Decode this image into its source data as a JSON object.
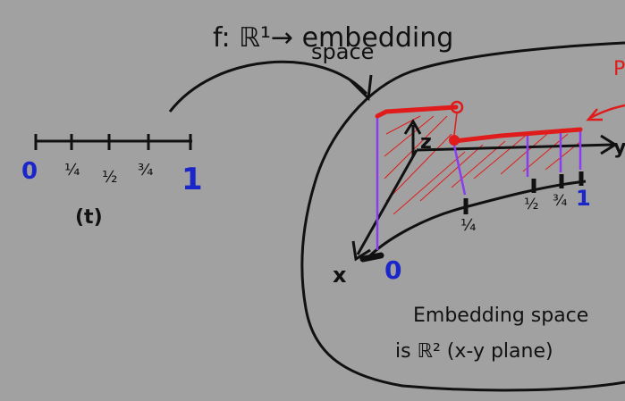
{
  "title_text": "f: ℝ¹→ embedding space",
  "title_line1": "f: ℝ¹→ embedding",
  "title_line2": "space",
  "number_line": {
    "ticks": [
      "0",
      "¼",
      "½",
      "¾",
      "1"
    ],
    "variable_label": "(t)"
  },
  "embedding_plot": {
    "axes": {
      "x": "x",
      "y": "y",
      "z": "z"
    },
    "tick_labels": [
      "0",
      "¼",
      "½",
      "¾",
      "1"
    ],
    "red_label_fragment": "P",
    "caption_line1": "Embedding space",
    "caption_line2": "is ℝ² (x-y plane)"
  },
  "colors": {
    "background": "#a1a1a1",
    "ink": "#111111",
    "blue": "#1a26c9",
    "red": "#e01b1b",
    "purple": "#8a3cf0"
  }
}
